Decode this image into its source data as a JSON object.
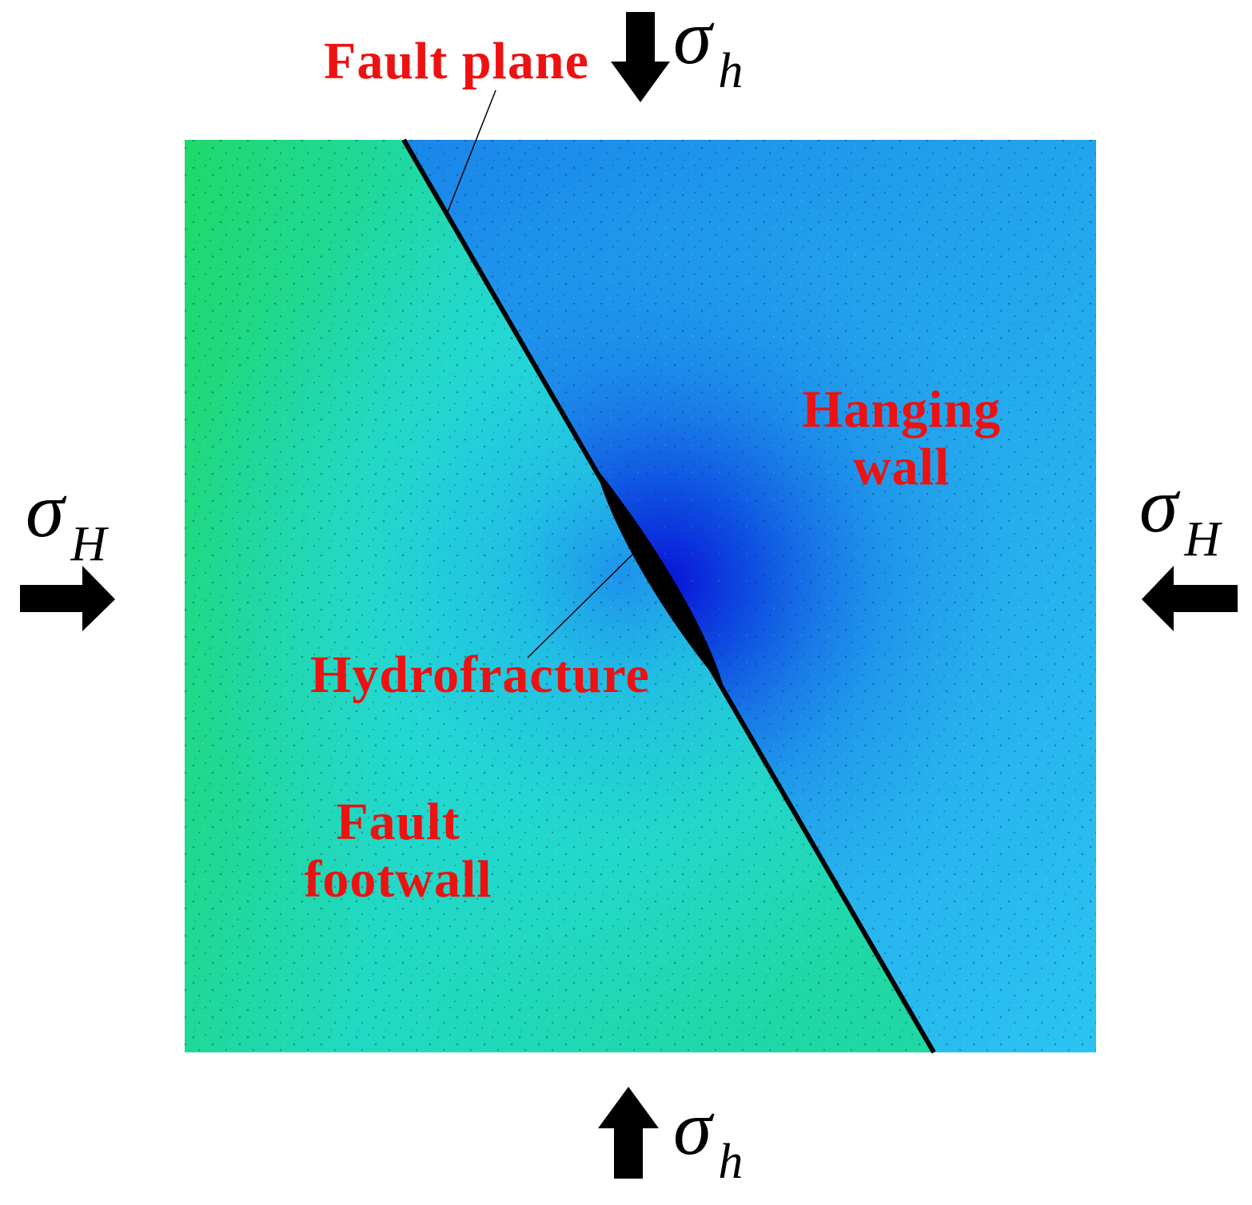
{
  "labels": {
    "fault_plane": "Fault plane",
    "hanging_wall_line1": "Hanging",
    "hanging_wall_line2": "wall",
    "hydrofracture": "Hydrofracture",
    "footwall_line1": "Fault",
    "footwall_line2": "footwall"
  },
  "stresses": {
    "sigma_symbol": "σ",
    "min_horizontal_sub": "h",
    "max_horizontal_sub": "H"
  },
  "colors": {
    "label_red": "#ee1111",
    "footwall_green": "#1fd96a",
    "footwall_cyan": "#22d8e0",
    "hanging_blue_deep": "#0a1fd6",
    "hanging_blue_light": "#2aa4ee",
    "fault_line": "#000000",
    "arrow": "#000000"
  },
  "icons": {
    "stress_arrow_down": "arrow-down-icon",
    "stress_arrow_up": "arrow-up-icon",
    "stress_arrow_right": "arrow-right-icon",
    "stress_arrow_left": "arrow-left-icon"
  }
}
